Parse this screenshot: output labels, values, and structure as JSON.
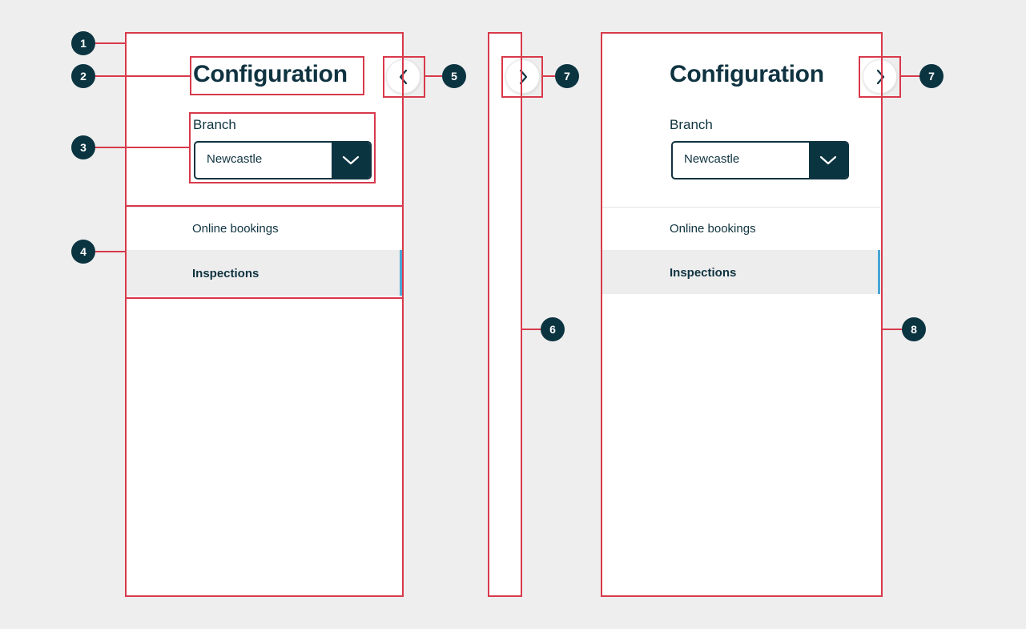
{
  "panel_expanded": {
    "title": "Configuration",
    "branch_label": "Branch",
    "branch_value": "Newcastle",
    "nav_items": [
      {
        "label": "Online bookings",
        "active": false
      },
      {
        "label": "Inspections",
        "active": true
      }
    ],
    "collapse_icon": "chevron-left-icon"
  },
  "panel_collapsed": {
    "expand_icon": "chevron-right-icon"
  },
  "panel_overlay": {
    "title": "Configuration",
    "branch_label": "Branch",
    "branch_value": "Newcastle",
    "nav_items": [
      {
        "label": "Online bookings",
        "active": false
      },
      {
        "label": "Inspections",
        "active": true
      }
    ],
    "expand_icon": "chevron-right-icon"
  },
  "annotations": [
    "1",
    "2",
    "3",
    "4",
    "5",
    "6",
    "7",
    "7",
    "8"
  ],
  "colors": {
    "background": "#eeeeee",
    "annotation_red": "#d8394b",
    "navy": "#0b3441",
    "active_accent": "#4aa6d6",
    "active_bg": "#ededed"
  }
}
